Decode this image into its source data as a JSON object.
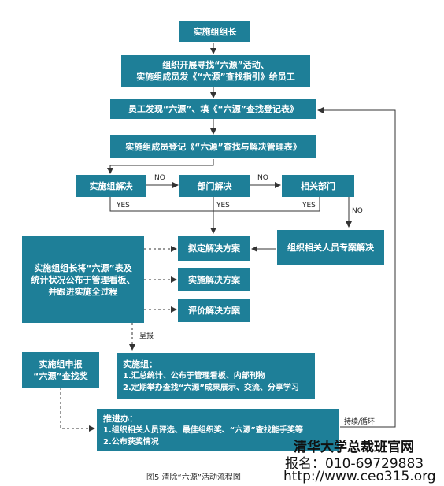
{
  "boxes": {
    "leader": "实施组组长",
    "organize": [
      "组织开展寻找“六源”活动、",
      "实施组成员发《“六源”查找指引》给员工"
    ],
    "employee_find": "员工发现“六源”、填《“六源”查找登记表》",
    "register": "实施组成员登记《“六源”查找与解决管理表》",
    "team_solve": "实施组解决",
    "dept_solve": "部门解决",
    "related_dept": "相关部门",
    "related_people": "组织相关人员专案解决",
    "plan": "拟定解决方案",
    "implement": "实施解决方案",
    "evaluate": "评价解决方案",
    "leader_board": [
      "实施组组长将“六源”表及",
      "统计状况公布于管理看板、",
      "并跟进实施全过程"
    ],
    "team_apply": [
      "实施组申报",
      "“六源”查找奖"
    ],
    "team_tasks": [
      "实施组：",
      "1.汇总统计、公布于管理看板、内部刊物",
      "2.定期举办查找“六源”成果展示、交流、分享学习"
    ],
    "promotion": [
      "推进办：",
      "1.组织相关人员评选、最佳组织奖、“六源”查找能手奖等",
      "2.公布获奖情况"
    ]
  },
  "labels": {
    "no1": "NO",
    "no2": "NO",
    "no3": "NO",
    "yes1": "YES",
    "yes2": "YES",
    "yes3": "YES",
    "report": "呈报",
    "loop": "持续/循环"
  },
  "caption": "图5  清除“六源”活动流程图",
  "watermark": {
    "line1": "清华大学总裁班官网",
    "line2": "报名：010-69729883",
    "line3": "http://www.ceo315.org"
  },
  "colors": {
    "box": "#1e7f98",
    "line": "#333333"
  }
}
